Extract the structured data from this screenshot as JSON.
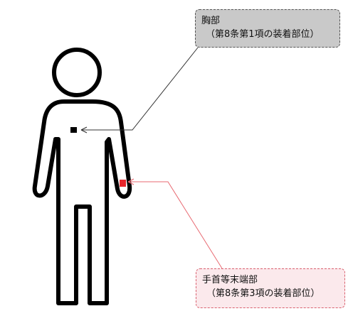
{
  "callouts": {
    "chest": {
      "title": "胸部",
      "subtitle": "（第8条第1項の装着部位）"
    },
    "wrist": {
      "title": "手首等末端部",
      "subtitle": "（第8条第3項の装着部位）"
    }
  },
  "colors": {
    "figure_stroke": "#000000",
    "chest_marker": "#000000",
    "wrist_marker": "#e8262c",
    "chest_leader": "#333333",
    "wrist_leader": "#e86a72",
    "chest_box_fill": "#c9c9c9",
    "wrist_box_fill": "#fbe9ec"
  }
}
